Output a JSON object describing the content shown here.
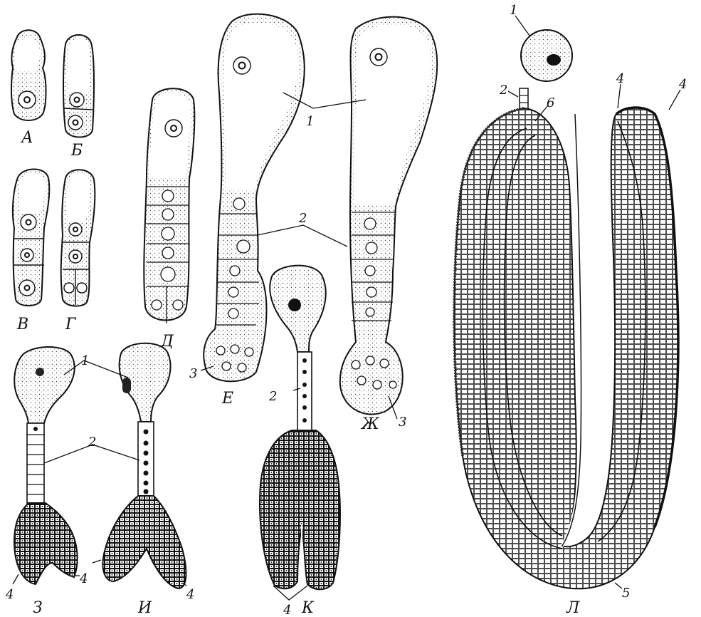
{
  "stages": [
    {
      "id": "a",
      "letter": "А"
    },
    {
      "id": "b",
      "letter": "Б"
    },
    {
      "id": "v",
      "letter": "В"
    },
    {
      "id": "g",
      "letter": "Г"
    },
    {
      "id": "d",
      "letter": "Д"
    },
    {
      "id": "e",
      "letter": "Е"
    },
    {
      "id": "zh",
      "letter": "Ж"
    },
    {
      "id": "z",
      "letter": "З"
    },
    {
      "id": "i",
      "letter": "И"
    },
    {
      "id": "k",
      "letter": "К"
    },
    {
      "id": "l",
      "letter": "Л"
    }
  ],
  "labels": {
    "one": "1",
    "two": "2",
    "three": "3",
    "four": "4",
    "five": "5",
    "six": "6"
  }
}
